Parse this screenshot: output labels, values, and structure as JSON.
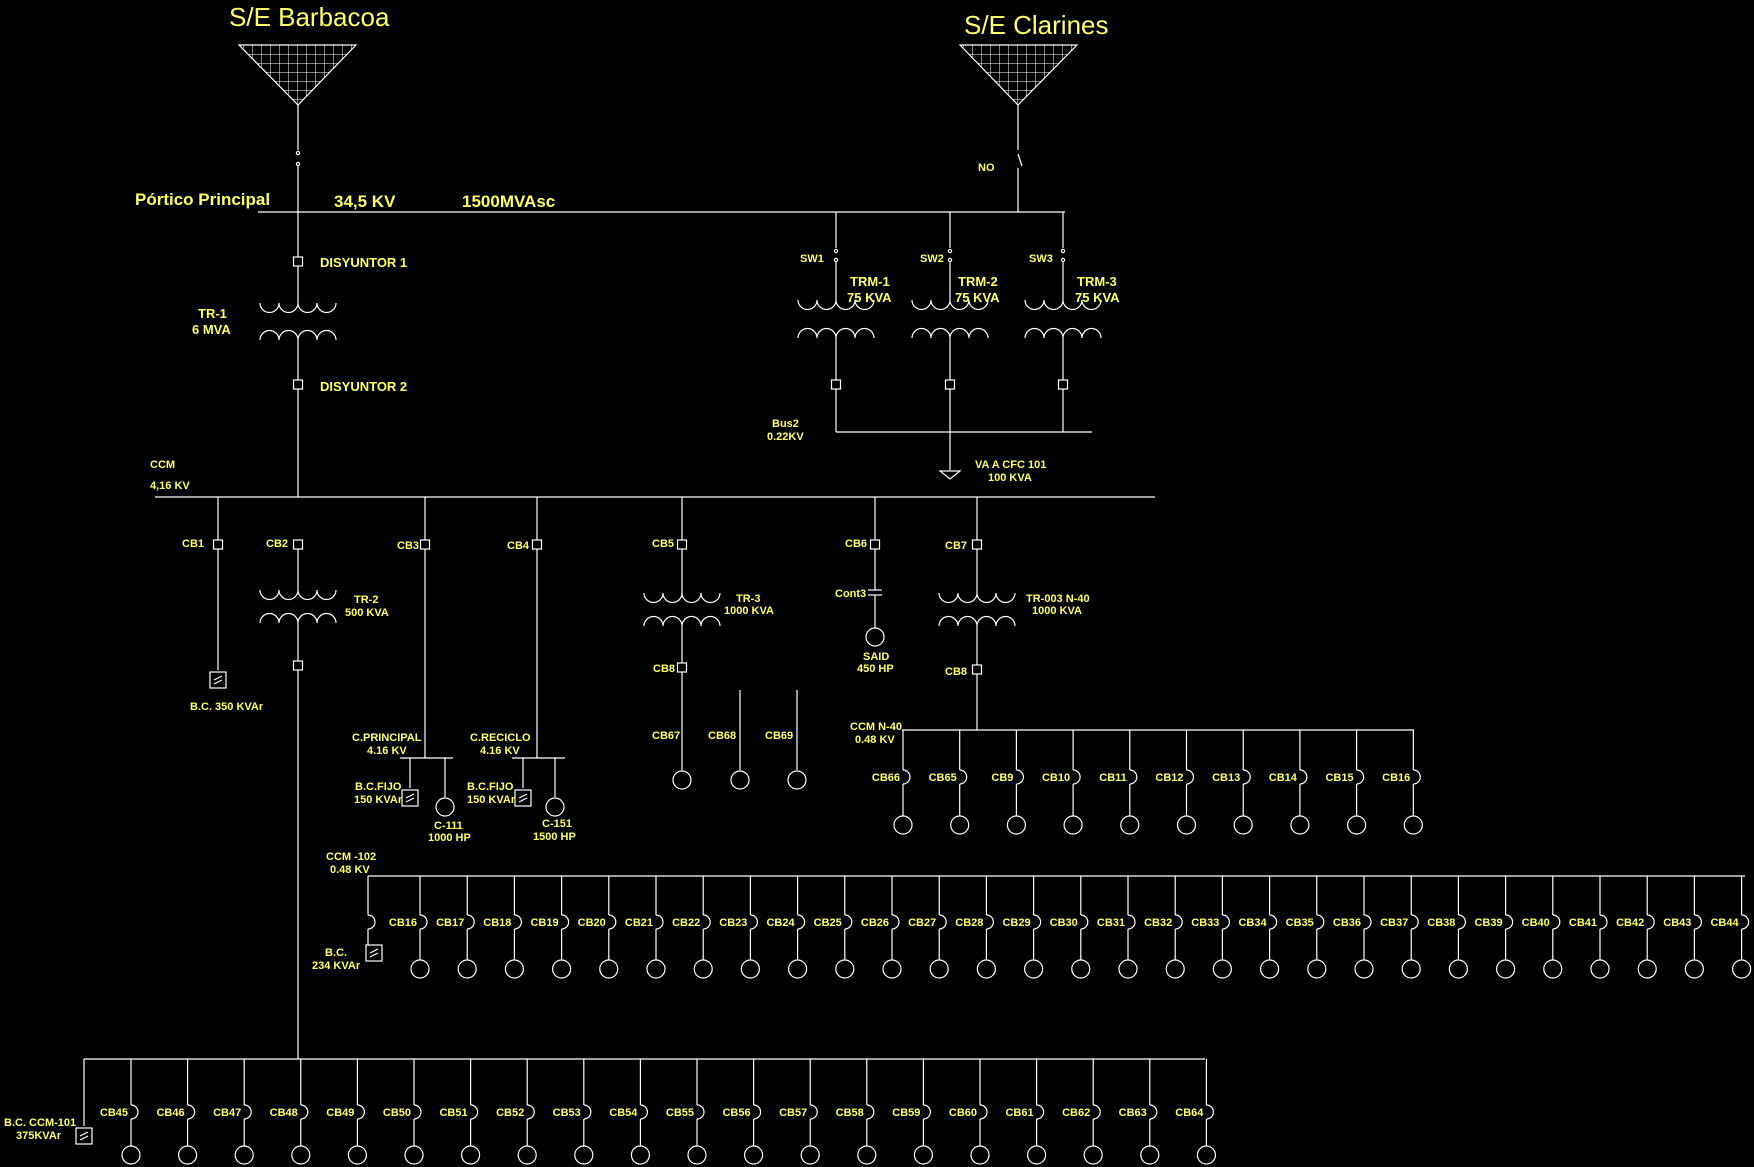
{
  "sources": {
    "barbacoa": "S/E Barbacoa",
    "clarines": "S/E Clarines",
    "no_label": "NO"
  },
  "main_bus": {
    "label": "Pórtico Principal",
    "voltage": "34,5 KV",
    "short_circuit": "1500MVAsc"
  },
  "breakers": {
    "d1": "DISYUNTOR 1",
    "d2": "DISYUNTOR 2"
  },
  "tr1": {
    "name": "TR-1",
    "rating": "6 MVA"
  },
  "switches": [
    "SW1",
    "SW2",
    "SW3"
  ],
  "trm": [
    {
      "name": "TRM-1",
      "rating": "75 KVA"
    },
    {
      "name": "TRM-2",
      "rating": "75 KVA"
    },
    {
      "name": "TRM-3",
      "rating": "75 KVA"
    }
  ],
  "bus2": {
    "name": "Bus2",
    "voltage": "0.22KV"
  },
  "cfc": {
    "line1": "VA A CFC 101",
    "line2": "100 KVA"
  },
  "ccm": {
    "name": "CCM",
    "voltage": "4,16 KV"
  },
  "cb_top": [
    "CB1",
    "CB2",
    "CB3",
    "CB4",
    "CB5",
    "CB6",
    "CB7"
  ],
  "tr2": {
    "name": "TR-2",
    "rating": "500 KVA"
  },
  "tr3": {
    "name": "TR-3",
    "rating": "1000 KVA"
  },
  "tr003": {
    "name": "TR-003 N-40",
    "rating": "1000 KVA"
  },
  "cont3": "Cont3",
  "said": {
    "name": "SAID",
    "rating": "450 HP"
  },
  "cb8a": "CB8",
  "cb8b": "CB8",
  "bc350": "B.C. 350 KVAr",
  "cprincipal": {
    "name": "C.PRINCIPAL",
    "voltage": "4.16 KV"
  },
  "creciclo": {
    "name": "C.RECICLO",
    "voltage": "4.16 KV"
  },
  "bcfijo1": {
    "line1": "B.C.FIJO",
    "line2": "150 KVAr"
  },
  "bcfijo2": {
    "line1": "B.C.FIJO",
    "line2": "150 KVAr"
  },
  "c111": {
    "name": "C-111",
    "rating": "1000 HP"
  },
  "c151": {
    "name": "C-151",
    "rating": "1500 HP"
  },
  "tr3_feeders": [
    "CB67",
    "CB68",
    "CB69"
  ],
  "ccmn40": {
    "name": "CCM N-40",
    "voltage": "0.48 KV"
  },
  "ccmn40_feeders": [
    "CB66",
    "CB65",
    "CB9",
    "CB10",
    "CB11",
    "CB12",
    "CB13",
    "CB14",
    "CB15",
    "CB16"
  ],
  "ccm102": {
    "name": "CCM -102",
    "voltage": "0.48 KV"
  },
  "ccm102_bc": {
    "line1": "B.C.",
    "line2": "234  KVAr"
  },
  "ccm102_feeders": [
    "CB16",
    "CB17",
    "CB18",
    "CB19",
    "CB20",
    "CB21",
    "CB22",
    "CB23",
    "CB24",
    "CB25",
    "CB26",
    "CB27",
    "CB28",
    "CB29",
    "CB30",
    "CB31",
    "CB32",
    "CB33",
    "CB34",
    "CB35",
    "CB36",
    "CB37",
    "CB38",
    "CB39",
    "CB40",
    "CB41",
    "CB42",
    "CB43",
    "CB44"
  ],
  "ccm101_bc": {
    "line1": "B.C. CCM-101",
    "line2": "375KVAr"
  },
  "ccm101_feeders": [
    "CB45",
    "CB46",
    "CB47",
    "CB48",
    "CB49",
    "CB50",
    "CB51",
    "CB52",
    "CB53",
    "CB54",
    "CB55",
    "CB56",
    "CB57",
    "CB58",
    "CB59",
    "CB60",
    "CB61",
    "CB62",
    "CB63",
    "CB64"
  ],
  "colors": {
    "background": "#000000",
    "lines": "#ffffff",
    "text": "#ffff66"
  }
}
